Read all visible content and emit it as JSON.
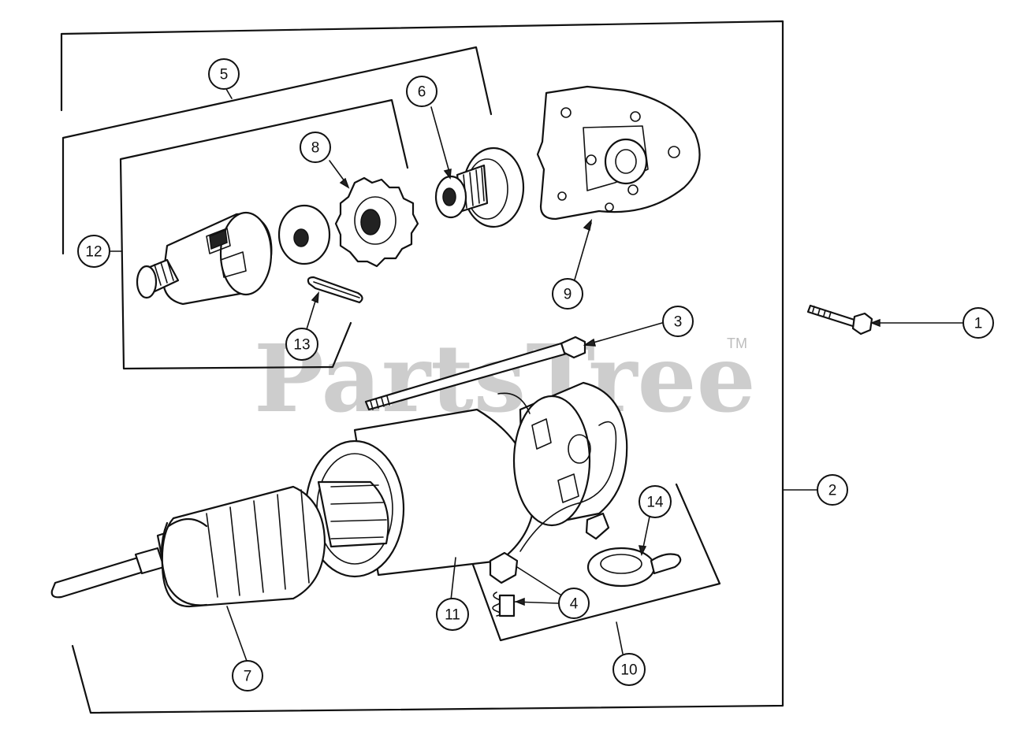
{
  "watermark": {
    "text": "PartsTree",
    "tm": "TM"
  },
  "callouts": [
    {
      "id": "c1",
      "label": "1"
    },
    {
      "id": "c2",
      "label": "2"
    },
    {
      "id": "c3",
      "label": "3"
    },
    {
      "id": "c4",
      "label": "4"
    },
    {
      "id": "c5",
      "label": "5"
    },
    {
      "id": "c6",
      "label": "6"
    },
    {
      "id": "c7",
      "label": "7"
    },
    {
      "id": "c8",
      "label": "8"
    },
    {
      "id": "c9",
      "label": "9"
    },
    {
      "id": "c10",
      "label": "10"
    },
    {
      "id": "c11",
      "label": "11"
    },
    {
      "id": "c12",
      "label": "12"
    },
    {
      "id": "c13",
      "label": "13"
    },
    {
      "id": "c14",
      "label": "14"
    }
  ]
}
